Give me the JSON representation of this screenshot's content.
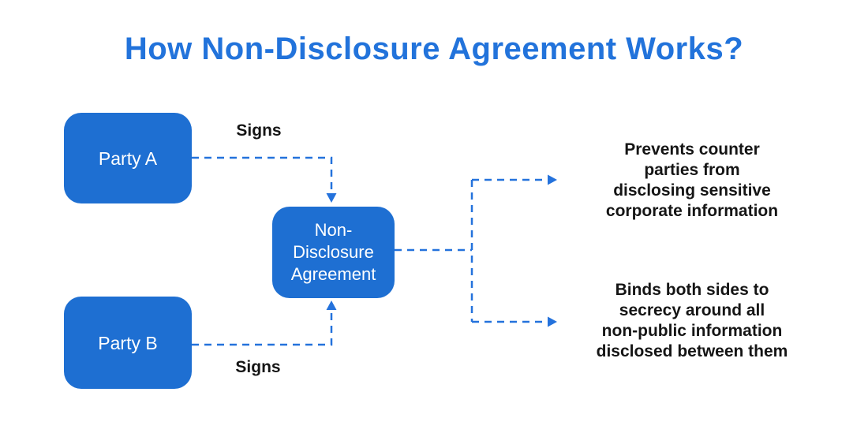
{
  "title": "How Non-Disclosure Agreement Works?",
  "colors": {
    "primary": "#1e6fd2",
    "title": "#2273db",
    "arrow": "#2472dc",
    "text": "#151515"
  },
  "nodes": {
    "party_a": {
      "label": "Party A"
    },
    "party_b": {
      "label": "Party B"
    },
    "nda": {
      "label": "Non-\nDisclosure\nAgreement"
    }
  },
  "labels": {
    "signs_top": "Signs",
    "signs_bottom": "Signs"
  },
  "outcomes": [
    {
      "text": "Prevents counter\nparties from\ndisclosing sensitive\ncorporate information"
    },
    {
      "text": "Binds both sides to\nsecrecy around all\nnon-public information\ndisclosed between them"
    }
  ]
}
